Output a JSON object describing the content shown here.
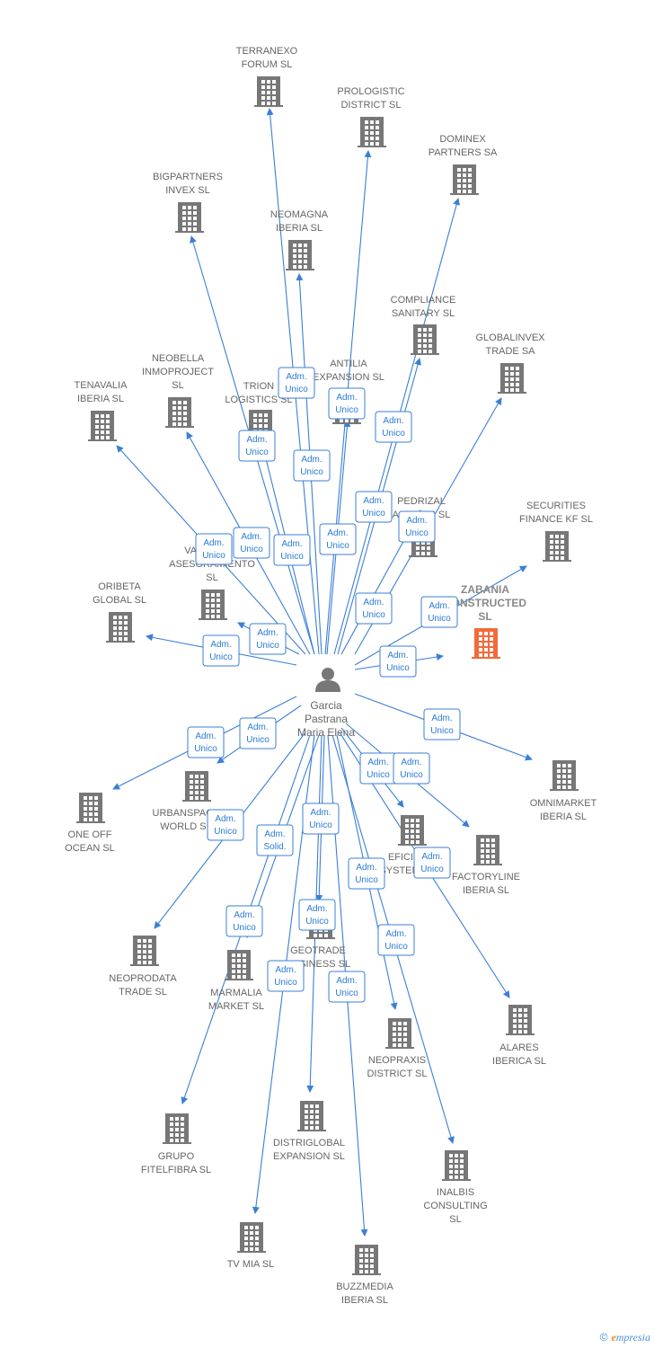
{
  "center": {
    "lines": [
      "Garcia",
      "Pastrana",
      "Maria Elena"
    ]
  },
  "colors": {
    "edge": "#3a7fd6",
    "building": "#777777",
    "highlight": "#f26a3a"
  },
  "companies": [
    {
      "lines": [
        "TERRANEXO",
        "FORUM  SL"
      ],
      "role": "Adm.|Unico"
    },
    {
      "lines": [
        "PROLOGISTIC",
        "DISTRICT  SL"
      ],
      "role": "Adm.|Unico"
    },
    {
      "lines": [
        "DOMINEX",
        "PARTNERS SA"
      ],
      "role": "Adm.|Unico"
    },
    {
      "lines": [
        "BIGPARTNERS",
        "INVEX  SL"
      ],
      "role": "Adm.|Unico"
    },
    {
      "lines": [
        "NEOMAGNA",
        "IBERIA  SL"
      ],
      "role": "Adm.|Unico"
    },
    {
      "lines": [
        "COMPLIANCE",
        "SANITARY  SL"
      ],
      "role": "Adm.|Unico"
    },
    {
      "lines": [
        "GLOBALINVEX",
        "TRADE SA"
      ],
      "role": "Adm.|Unico"
    },
    {
      "lines": [
        "ANTILIA",
        "EXPANSION  SL"
      ],
      "role": "Adm.|Unico"
    },
    {
      "lines": [
        "NEOBELLA",
        "INMOPROJECT",
        "SL"
      ],
      "role": "Adm.|Unico"
    },
    {
      "lines": [
        "TENAVALIA",
        "IBERIA  SL"
      ],
      "role": "Adm.|Unico"
    },
    {
      "lines": [
        "TRION",
        "LOGISTICS  SL"
      ],
      "role": "Adm.|Unico"
    },
    {
      "lines": [
        "PEDRIZAL",
        "ACTIVOS  SL"
      ],
      "role": "Adm.|Unico"
    },
    {
      "lines": [
        "SECURITIES",
        "FINANCE KF  SL"
      ],
      "role": "Adm.|Unico"
    },
    {
      "lines": [
        "VANGUARD",
        "ASESORAMIENTO",
        "SL"
      ],
      "role": "Adm.|Unico"
    },
    {
      "lines": [
        "ORIBETA",
        "GLOBAL  SL"
      ],
      "role": "Adm.|Unico"
    },
    {
      "lines": [
        "ZABANIA",
        "CONSTRUCTED",
        "SL"
      ],
      "role": "Adm.|Unico",
      "highlight": true
    },
    {
      "lines": [
        "OMNIMARKET",
        "IBERIA  SL"
      ],
      "role": "Adm.|Unico"
    },
    {
      "lines": [
        "ONE OFF",
        "OCEAN  SL"
      ],
      "role": "Adm.|Unico"
    },
    {
      "lines": [
        "URBANSPACE",
        "WORLD  SL"
      ],
      "role": "Adm.|Unico"
    },
    {
      "lines": [
        "EFICIENT",
        "SYSTEMS  SL"
      ],
      "role": "Adm.|Unico"
    },
    {
      "lines": [
        "FACTORYLINE",
        "IBERIA  SL"
      ],
      "role": "Adm.|Unico"
    },
    {
      "lines": [
        "NEOPRODATA",
        "TRADE  SL"
      ],
      "role": "Adm.|Unico"
    },
    {
      "lines": [
        "MARMALIA",
        "MARKET  SL"
      ],
      "role": "Adm.|Solid."
    },
    {
      "lines": [
        "GEOTRADE",
        "BUSINESS  SL"
      ],
      "role": "Adm.|Unico"
    },
    {
      "lines": [
        "ALARES",
        "IBERICA  SL"
      ],
      "role": "Adm.|Unico"
    },
    {
      "lines": [
        "NEOPRAXIS",
        "DISTRICT  SL"
      ],
      "role": "Adm.|Unico"
    },
    {
      "lines": [
        "GRUPO",
        "FITELFIBRA  SL"
      ],
      "role": "Adm.|Unico"
    },
    {
      "lines": [
        "DISTRIGLOBAL",
        "EXPANSION  SL"
      ],
      "role": "Adm.|Unico"
    },
    {
      "lines": [
        "INALBIS",
        "CONSULTING",
        "SL"
      ],
      "role": "Adm.|Unico"
    },
    {
      "lines": [
        "TV MIA  SL"
      ],
      "role": "Adm.|Unico"
    },
    {
      "lines": [
        "BUZZMEDIA",
        "IBERIA  SL"
      ],
      "role": "Adm.|Unico"
    }
  ],
  "footer": {
    "copyright": "©",
    "brand_initial": "e",
    "brand_rest": "mpresia"
  }
}
